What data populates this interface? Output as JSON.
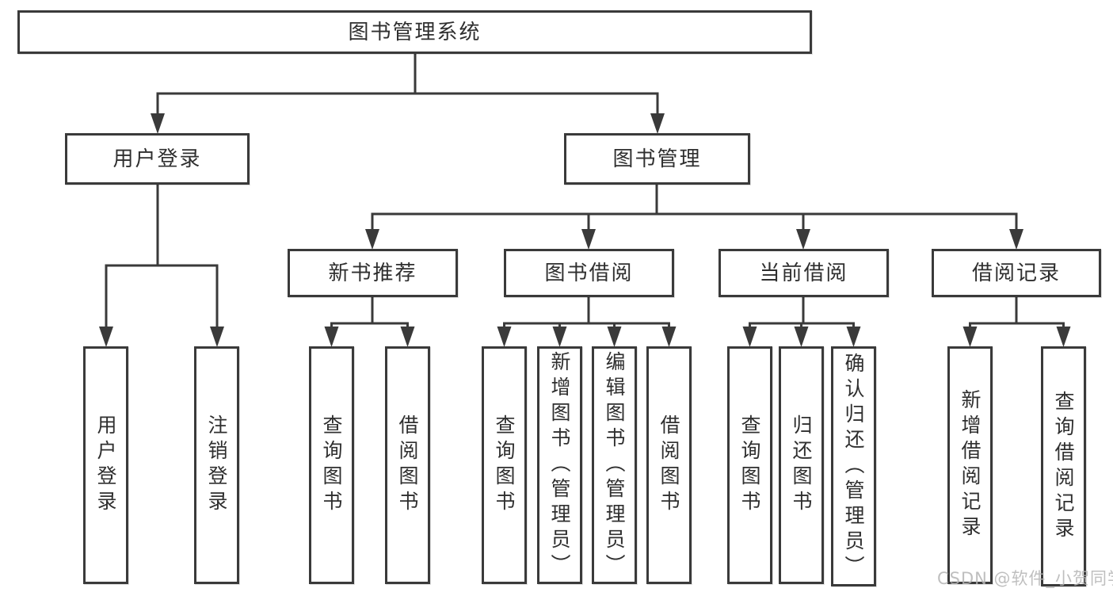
{
  "tree": {
    "root": {
      "label": "图书管理系统"
    },
    "branches": [
      {
        "label": "用户登录",
        "children": [
          {
            "label": "用户登录"
          },
          {
            "label": "注销登录"
          }
        ]
      },
      {
        "label": "图书管理",
        "children": [
          {
            "label": "新书推荐",
            "children": [
              {
                "label": "查询图书"
              },
              {
                "label": "借阅图书"
              }
            ]
          },
          {
            "label": "图书借阅",
            "children": [
              {
                "label": "查询图书"
              },
              {
                "label": "新增图书（管理员）"
              },
              {
                "label": "编辑图书（管理员）"
              },
              {
                "label": "借阅图书"
              }
            ]
          },
          {
            "label": "当前借阅",
            "children": [
              {
                "label": "查询图书"
              },
              {
                "label": "归还图书"
              },
              {
                "label": "确认归还（管理员）"
              }
            ]
          },
          {
            "label": "借阅记录",
            "children": [
              {
                "label": "新增借阅记录"
              },
              {
                "label": "查询借阅记录"
              }
            ]
          }
        ]
      }
    ]
  },
  "watermark": {
    "text": "CSDN @软件_小贺同学"
  },
  "colors": {
    "line": "#3a3a3a",
    "text": "#2f2f2f",
    "watermark": "#b5b5b5",
    "background": "#ffffff"
  }
}
